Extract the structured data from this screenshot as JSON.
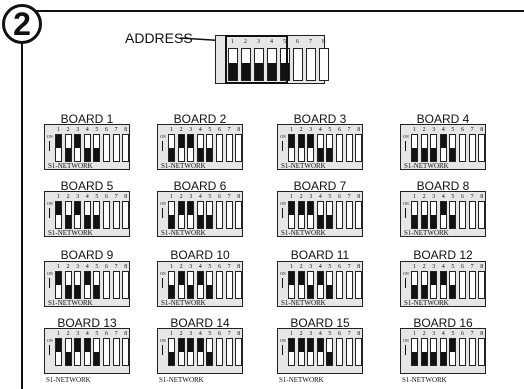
{
  "step_number": "2",
  "address_label": "ADDRESS",
  "network_label": "S1-NETWORK",
  "on_label": "ON",
  "switch_numbers": [
    "1",
    "2",
    "3",
    "4",
    "5",
    "6",
    "7",
    "8"
  ],
  "address_switch": {
    "levers_down": [
      1,
      1,
      1,
      1,
      1,
      0,
      0,
      0
    ]
  },
  "boards": [
    {
      "title": "BOARD 1",
      "levers": [
        "up",
        "down",
        "up",
        "down",
        "down",
        "none",
        "none",
        "none"
      ]
    },
    {
      "title": "BOARD 2",
      "levers": [
        "down",
        "up",
        "up",
        "down",
        "down",
        "none",
        "none",
        "none"
      ]
    },
    {
      "title": "BOARD 3",
      "levers": [
        "up",
        "up",
        "up",
        "down",
        "down",
        "none",
        "none",
        "none"
      ]
    },
    {
      "title": "BOARD 4",
      "levers": [
        "down",
        "down",
        "down",
        "up",
        "down",
        "none",
        "none",
        "none"
      ]
    },
    {
      "title": "BOARD 5",
      "levers": [
        "up",
        "down",
        "up",
        "down",
        "down",
        "none",
        "none",
        "none"
      ]
    },
    {
      "title": "BOARD 6",
      "levers": [
        "down",
        "up",
        "up",
        "down",
        "down",
        "none",
        "none",
        "none"
      ]
    },
    {
      "title": "BOARD 7",
      "levers": [
        "up",
        "up",
        "up",
        "down",
        "down",
        "none",
        "none",
        "none"
      ]
    },
    {
      "title": "BOARD 8",
      "levers": [
        "down",
        "down",
        "down",
        "up",
        "down",
        "none",
        "none",
        "none"
      ]
    },
    {
      "title": "BOARD 9",
      "levers": [
        "up",
        "down",
        "down",
        "up",
        "down",
        "none",
        "none",
        "none"
      ]
    },
    {
      "title": "BOARD 10",
      "levers": [
        "down",
        "up",
        "down",
        "up",
        "down",
        "none",
        "none",
        "none"
      ]
    },
    {
      "title": "BOARD 11",
      "levers": [
        "up",
        "up",
        "down",
        "up",
        "down",
        "none",
        "none",
        "none"
      ]
    },
    {
      "title": "BOARD 12",
      "levers": [
        "down",
        "down",
        "up",
        "up",
        "down",
        "none",
        "none",
        "none"
      ]
    },
    {
      "title": "BOARD 13",
      "levers": [
        "up",
        "down",
        "up",
        "up",
        "down",
        "none",
        "none",
        "none"
      ]
    },
    {
      "title": "BOARD 14",
      "levers": [
        "down",
        "up",
        "up",
        "up",
        "down",
        "none",
        "none",
        "none"
      ]
    },
    {
      "title": "BOARD 15",
      "levers": [
        "up",
        "up",
        "up",
        "up",
        "down",
        "none",
        "none",
        "none"
      ]
    },
    {
      "title": "BOARD 16",
      "levers": [
        "down",
        "down",
        "down",
        "down",
        "up",
        "none",
        "none",
        "none"
      ]
    }
  ]
}
